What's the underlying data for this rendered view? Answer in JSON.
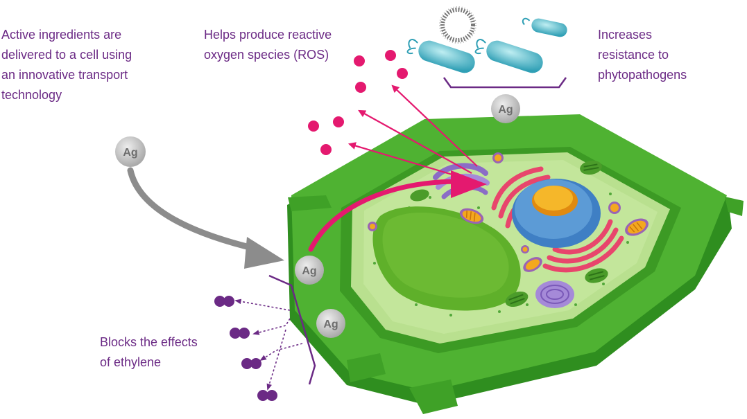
{
  "captions": {
    "delivery": "Active ingredients are\ndelivered to a cell using\nan innovative transport\ntechnology",
    "ros": "Helps produce reactive\noxygen species (ROS)",
    "resistance": "Increases\nresistance to\nphytopathogens",
    "ethylene": "Blocks the effects\nof ethylene"
  },
  "silver_label": "Ag",
  "colors": {
    "caption": "#6b2a85",
    "ros_dot": "#e4196f",
    "ros_arrow": "#e4196f",
    "ethylene_dot": "#6b2a85",
    "silver": "#c4c4c4",
    "cell_wall": "#4fb232",
    "cytoplasm": "#b9e08f",
    "vacuole": "#5fb02a",
    "nucleus": "#5c9bd6",
    "nucleolus": "#f3a81e",
    "golgi": "#e8456c",
    "bacteria": "#56c2d2"
  },
  "icons": [
    "silver-particle-icon",
    "ros-dot-icon",
    "bacteria-icon",
    "virus-icon",
    "ethylene-molecule-icon",
    "plant-cell-icon"
  ]
}
